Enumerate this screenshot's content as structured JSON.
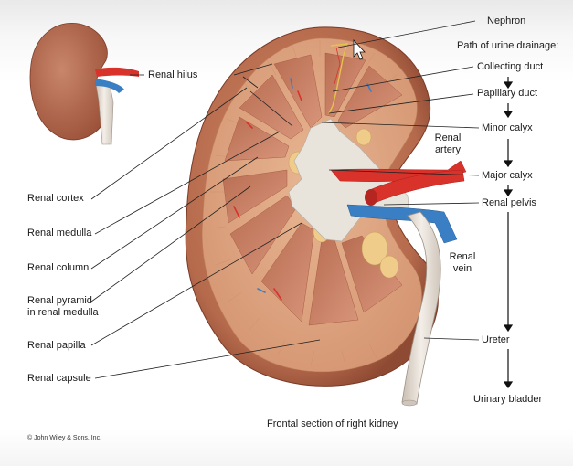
{
  "labels": {
    "nephron": "Nephron",
    "path_title": "Path of urine drainage:",
    "collecting_duct": "Collecting duct",
    "papillary_duct": "Papillary duct",
    "minor_calyx": "Minor calyx",
    "major_calyx": "Major calyx",
    "renal_pelvis": "Renal pelvis",
    "ureter": "Ureter",
    "urinary_bladder": "Urinary bladder",
    "renal_hilus": "Renal hilus",
    "renal_artery": "Renal\nartery",
    "renal_vein": "Renal\nvein",
    "renal_cortex": "Renal cortex",
    "renal_medulla": "Renal medulla",
    "renal_column": "Renal column",
    "renal_pyramid": "Renal pyramid\nin renal medulla",
    "renal_papilla": "Renal papilla",
    "renal_capsule": "Renal capsule",
    "caption": "Frontal section of right kidney",
    "copyright": "© John Wiley & Sons, Inc."
  },
  "colors": {
    "capsule": "#b56a4c",
    "cortex": "#dba07d",
    "medulla": "#c77f63",
    "sinus_fat": "#efcc8a",
    "calyx": "#e8e4dc",
    "artery": "#d9322b",
    "vein": "#3a7fc4",
    "ureter": "#e2dbd2"
  }
}
